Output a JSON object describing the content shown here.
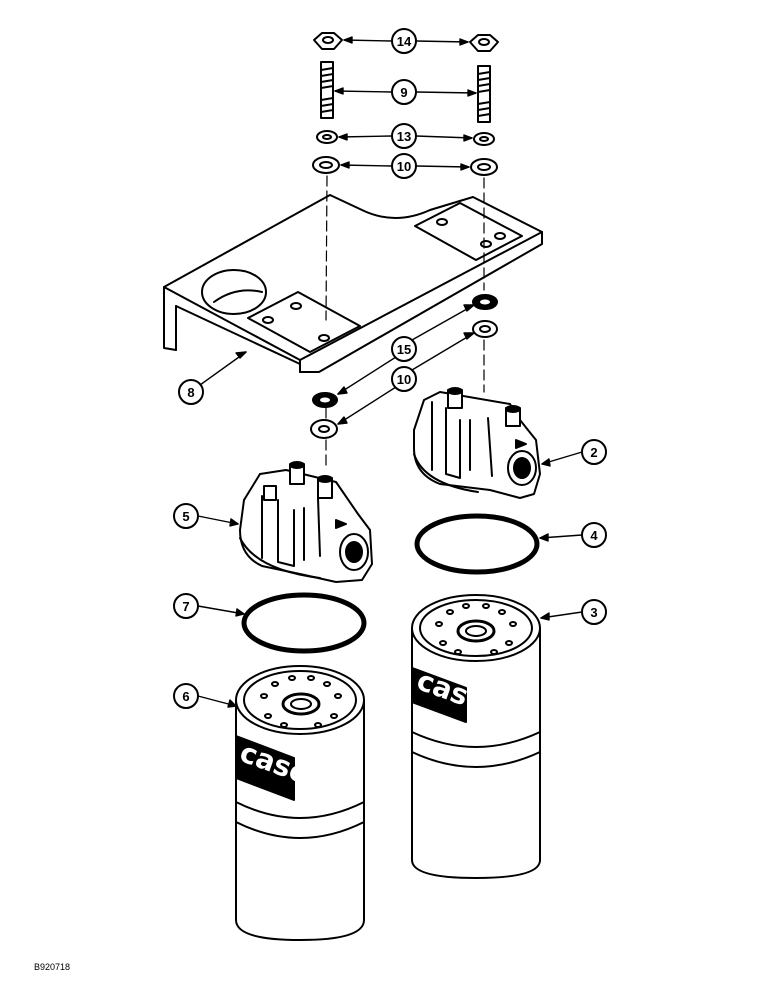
{
  "figure_id": "B920718",
  "callouts": {
    "c14": "14",
    "c9": "9",
    "c13": "13",
    "c10a": "10",
    "c8": "8",
    "c15": "15",
    "c10b": "10",
    "c2": "2",
    "c5": "5",
    "c4": "4",
    "c7": "7",
    "c3": "3",
    "c6": "6"
  },
  "filter_brand": "case",
  "colors": {
    "ink": "#000000",
    "paper": "#ffffff"
  }
}
